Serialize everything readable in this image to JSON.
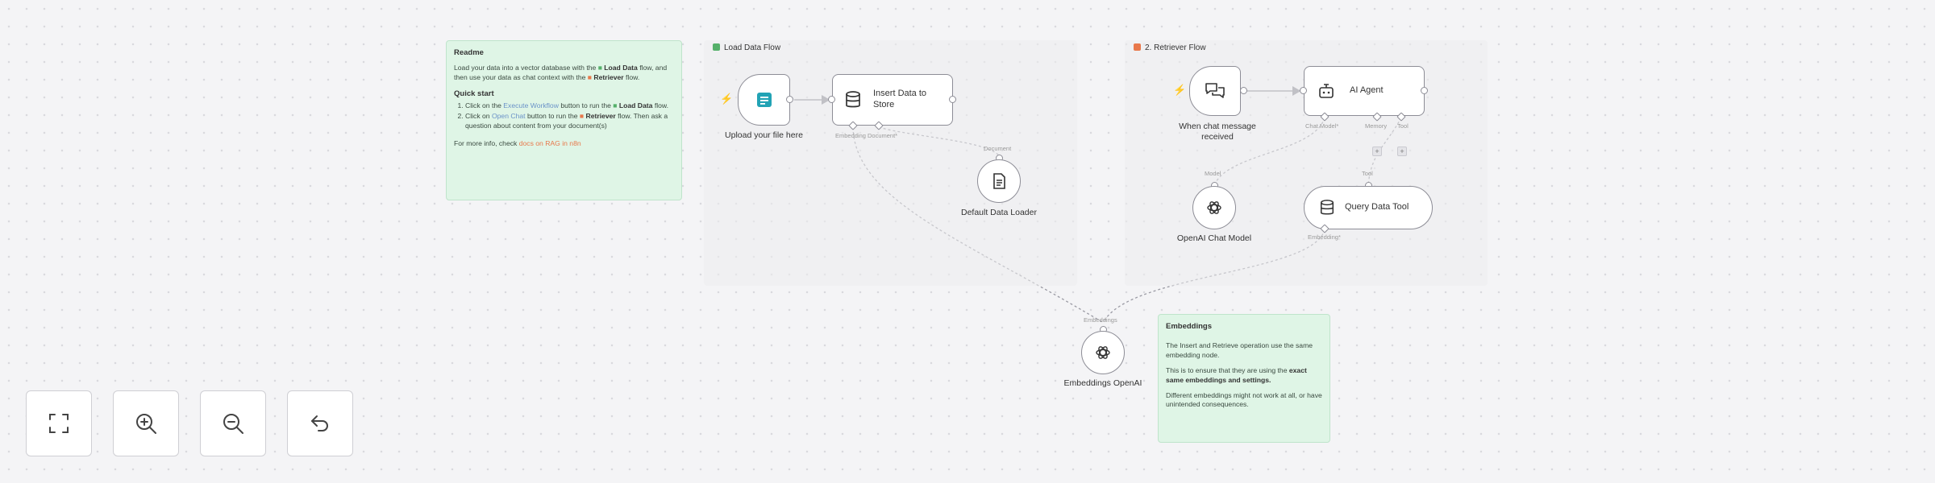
{
  "readme": {
    "title": "Readme",
    "intro_1": "Load your data into a vector database with the",
    "intro_load": "Load Data",
    "intro_2": "flow, and then use your data as chat context with the",
    "intro_retriever": "Retriever",
    "intro_3": "flow.",
    "quickstart_title": "Quick start",
    "step1_a": "Click on the",
    "step1_link": "Execute Workflow",
    "step1_b": "button to run the",
    "step1_load": "Load Data",
    "step1_c": "flow.",
    "step2_a": "Click on",
    "step2_link": "Open Chat",
    "step2_b": "button to run the",
    "step2_retriever": "Retriever",
    "step2_c": "flow. Then ask a question about content from your document(s)",
    "more_a": "For more info, check",
    "more_link": "docs on RAG in n8n"
  },
  "groups": {
    "load": {
      "title": "Load Data Flow",
      "color": "#55b06a"
    },
    "retriever": {
      "title": "2. Retriever Flow",
      "color": "#e8784b"
    }
  },
  "nodes": {
    "upload": {
      "caption": "Upload your file here",
      "icon": "form-icon"
    },
    "insert": {
      "label": "Insert Data to Store",
      "icon": "database-icon",
      "port_embedding": "Embedding",
      "port_document": "Document*"
    },
    "loader": {
      "caption": "Default Data Loader",
      "icon": "document-icon",
      "port_top": "Document"
    },
    "chat_trigger": {
      "caption": "When chat message received",
      "icon": "chat-icon"
    },
    "agent": {
      "label": "AI Agent",
      "icon": "robot-icon",
      "port_model": "Chat Model*",
      "port_memory": "Memory",
      "port_tool": "Tool"
    },
    "chat_model": {
      "caption": "OpenAI Chat Model",
      "icon": "openai-icon",
      "port_top": "Model"
    },
    "query_tool": {
      "label": "Query Data Tool",
      "icon": "database-icon",
      "port_top": "Tool",
      "port_embedding": "Embedding*"
    },
    "embeddings": {
      "caption": "Embeddings OpenAI",
      "icon": "openai-icon",
      "port_top": "Embeddings"
    }
  },
  "embeddings_note": {
    "title": "Embeddings",
    "p1": "The Insert and Retrieve operation use the same embedding node.",
    "p2_a": "This is to ensure that they are using the",
    "p2_b": "exact same embeddings and settings.",
    "p3": "Different embeddings might not work at all, or have unintended consequences."
  },
  "controls": [
    {
      "name": "fit-view-button",
      "icon": "fit-view-icon"
    },
    {
      "name": "zoom-in-button",
      "icon": "zoom-in-icon"
    },
    {
      "name": "zoom-out-button",
      "icon": "zoom-out-icon"
    },
    {
      "name": "undo-button",
      "icon": "undo-icon"
    }
  ],
  "colors": {
    "sticky_bg": "#dff5e6",
    "node_border": "#8d8d96",
    "trigger_bolt": "#ff6a5c",
    "form_icon": "#22a3b5"
  }
}
